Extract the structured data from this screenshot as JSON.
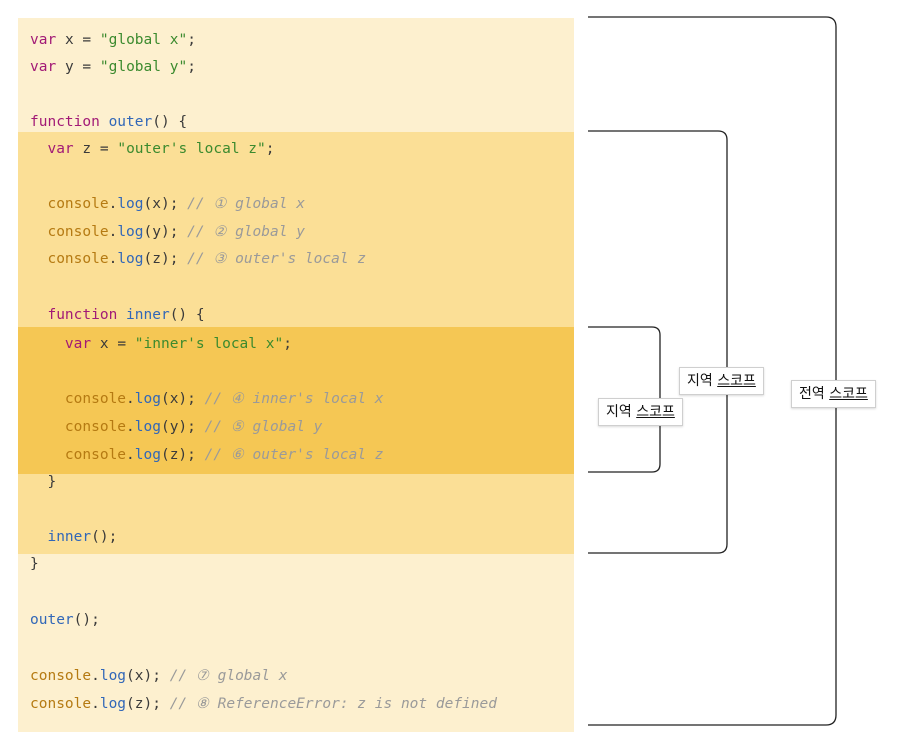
{
  "code_lines": [
    {
      "id": "l1",
      "indent": "",
      "tokens": [
        {
          "t": "var",
          "c": "kw"
        },
        {
          "t": " ",
          "c": "id"
        },
        {
          "t": "x",
          "c": "id"
        },
        {
          "t": " = ",
          "c": "pun"
        },
        {
          "t": "\"global x\"",
          "c": "str"
        },
        {
          "t": ";",
          "c": "pun"
        }
      ]
    },
    {
      "id": "l2",
      "indent": "",
      "tokens": [
        {
          "t": "var",
          "c": "kw"
        },
        {
          "t": " ",
          "c": "id"
        },
        {
          "t": "y",
          "c": "id"
        },
        {
          "t": " = ",
          "c": "pun"
        },
        {
          "t": "\"global y\"",
          "c": "str"
        },
        {
          "t": ";",
          "c": "pun"
        }
      ]
    },
    {
      "id": "l3",
      "indent": "",
      "tokens": []
    },
    {
      "id": "l4",
      "indent": "",
      "tokens": [
        {
          "t": "function",
          "c": "kw"
        },
        {
          "t": " ",
          "c": "id"
        },
        {
          "t": "outer",
          "c": "fn"
        },
        {
          "t": "() {",
          "c": "pun"
        }
      ]
    },
    {
      "id": "l5",
      "indent": "  ",
      "tokens": [
        {
          "t": "var",
          "c": "kw"
        },
        {
          "t": " ",
          "c": "id"
        },
        {
          "t": "z",
          "c": "id"
        },
        {
          "t": " = ",
          "c": "pun"
        },
        {
          "t": "\"outer's local z\"",
          "c": "str"
        },
        {
          "t": ";",
          "c": "pun"
        }
      ]
    },
    {
      "id": "l6",
      "indent": "",
      "tokens": []
    },
    {
      "id": "l7",
      "indent": "  ",
      "tokens": [
        {
          "t": "console",
          "c": "obj"
        },
        {
          "t": ".",
          "c": "pun"
        },
        {
          "t": "log",
          "c": "fn"
        },
        {
          "t": "(x);",
          "c": "pun"
        },
        {
          "t": " // ① global x",
          "c": "cm"
        }
      ]
    },
    {
      "id": "l8",
      "indent": "  ",
      "tokens": [
        {
          "t": "console",
          "c": "obj"
        },
        {
          "t": ".",
          "c": "pun"
        },
        {
          "t": "log",
          "c": "fn"
        },
        {
          "t": "(y);",
          "c": "pun"
        },
        {
          "t": " // ② global y",
          "c": "cm"
        }
      ]
    },
    {
      "id": "l9",
      "indent": "  ",
      "tokens": [
        {
          "t": "console",
          "c": "obj"
        },
        {
          "t": ".",
          "c": "pun"
        },
        {
          "t": "log",
          "c": "fn"
        },
        {
          "t": "(z);",
          "c": "pun"
        },
        {
          "t": " // ③ outer's local z",
          "c": "cm"
        }
      ]
    },
    {
      "id": "l10",
      "indent": "",
      "tokens": []
    },
    {
      "id": "l11",
      "indent": "  ",
      "tokens": [
        {
          "t": "function",
          "c": "kw"
        },
        {
          "t": " ",
          "c": "id"
        },
        {
          "t": "inner",
          "c": "fn"
        },
        {
          "t": "() {",
          "c": "pun"
        }
      ]
    },
    {
      "id": "l12",
      "indent": "    ",
      "tokens": [
        {
          "t": "var",
          "c": "kw"
        },
        {
          "t": " ",
          "c": "id"
        },
        {
          "t": "x",
          "c": "id"
        },
        {
          "t": " = ",
          "c": "pun"
        },
        {
          "t": "\"inner's local x\"",
          "c": "str"
        },
        {
          "t": ";",
          "c": "pun"
        }
      ]
    },
    {
      "id": "l13",
      "indent": "",
      "tokens": []
    },
    {
      "id": "l14",
      "indent": "    ",
      "tokens": [
        {
          "t": "console",
          "c": "obj"
        },
        {
          "t": ".",
          "c": "pun"
        },
        {
          "t": "log",
          "c": "fn"
        },
        {
          "t": "(x);",
          "c": "pun"
        },
        {
          "t": " // ④ inner's local x",
          "c": "cm"
        }
      ]
    },
    {
      "id": "l15",
      "indent": "    ",
      "tokens": [
        {
          "t": "console",
          "c": "obj"
        },
        {
          "t": ".",
          "c": "pun"
        },
        {
          "t": "log",
          "c": "fn"
        },
        {
          "t": "(y);",
          "c": "pun"
        },
        {
          "t": " // ⑤ global y",
          "c": "cm"
        }
      ]
    },
    {
      "id": "l16",
      "indent": "    ",
      "tokens": [
        {
          "t": "console",
          "c": "obj"
        },
        {
          "t": ".",
          "c": "pun"
        },
        {
          "t": "log",
          "c": "fn"
        },
        {
          "t": "(z);",
          "c": "pun"
        },
        {
          "t": " // ⑥ outer's local z",
          "c": "cm"
        }
      ]
    },
    {
      "id": "l17",
      "indent": "  ",
      "tokens": [
        {
          "t": "}",
          "c": "pun"
        }
      ]
    },
    {
      "id": "l18",
      "indent": "",
      "tokens": []
    },
    {
      "id": "l19",
      "indent": "  ",
      "tokens": [
        {
          "t": "inner",
          "c": "fn"
        },
        {
          "t": "();",
          "c": "pun"
        }
      ]
    },
    {
      "id": "l20",
      "indent": "",
      "tokens": [
        {
          "t": "}",
          "c": "pun"
        }
      ]
    },
    {
      "id": "l21",
      "indent": "",
      "tokens": []
    },
    {
      "id": "l22",
      "indent": "",
      "tokens": [
        {
          "t": "outer",
          "c": "fn"
        },
        {
          "t": "();",
          "c": "pun"
        }
      ]
    },
    {
      "id": "l23",
      "indent": "",
      "tokens": []
    },
    {
      "id": "l24",
      "indent": "",
      "tokens": [
        {
          "t": "console",
          "c": "obj"
        },
        {
          "t": ".",
          "c": "pun"
        },
        {
          "t": "log",
          "c": "fn"
        },
        {
          "t": "(x);",
          "c": "pun"
        },
        {
          "t": " // ⑦ global x",
          "c": "cm"
        }
      ]
    },
    {
      "id": "l25",
      "indent": "",
      "tokens": [
        {
          "t": "console",
          "c": "obj"
        },
        {
          "t": ".",
          "c": "pun"
        },
        {
          "t": "log",
          "c": "fn"
        },
        {
          "t": "(z);",
          "c": "pun"
        },
        {
          "t": " // ⑧ ReferenceError: z is not defined",
          "c": "cm"
        }
      ]
    }
  ],
  "labels": {
    "inner_scope_a": "지역",
    "inner_scope_b": "스코프",
    "outer_scope_a": "지역",
    "outer_scope_b": "스코프",
    "global_scope_a": "전역",
    "global_scope_b": "스코프"
  },
  "colors": {
    "global_bg": "#fdf0cf",
    "outer_bg": "#fbdf96",
    "inner_bg": "#f5c754"
  }
}
